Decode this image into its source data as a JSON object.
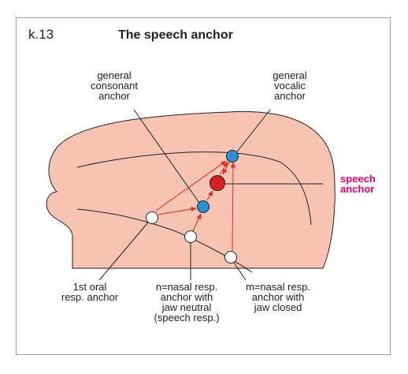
{
  "figure": {
    "code": "k.13",
    "title": "The speech anchor"
  },
  "labels": {
    "general_consonant_anchor": "general\nconsonant\nanchor",
    "general_vocalic_anchor": "general\nvocalic\nanchor",
    "speech_anchor": "speech\nanchor",
    "first_oral_resp_anchor": "1st oral\nresp. anchor",
    "n_nasal_resp_anchor": "n=nasal resp.\nanchor with\njaw neutral\n(speech resp.)",
    "m_nasal_resp_anchor": "m=nasal resp.\nanchor with\njaw closed"
  },
  "colors": {
    "shape_fill": "#f7c4b3",
    "outline": "#222222",
    "vocalic_node": "#2a8fd4",
    "consonant_node": "#2a8fd4",
    "speech_node": "#d81e1e",
    "respiration_node": "#ffffff",
    "arrow": "#e8281e",
    "speech_label": "#e2007a"
  }
}
